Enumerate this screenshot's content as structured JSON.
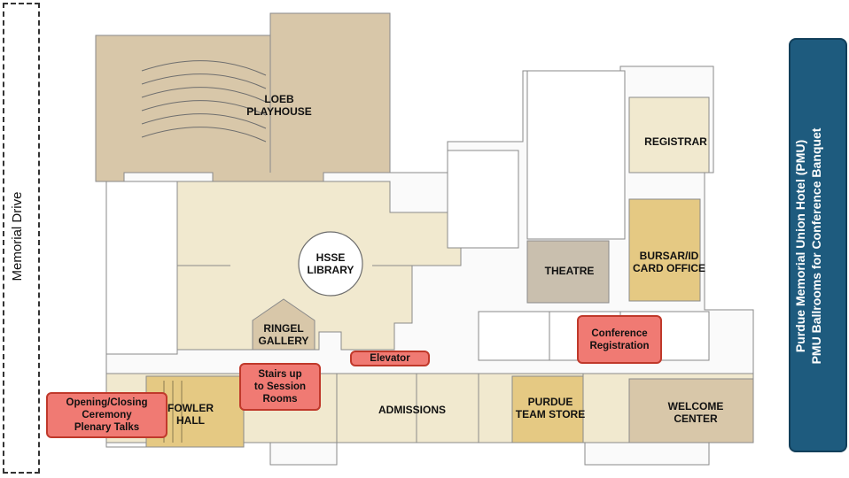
{
  "road": {
    "label": "Memorial Drive"
  },
  "rooms": {
    "loeb": "LOEB\nPLAYHOUSE",
    "registrar": "REGISTRAR",
    "hsse": "HSSE\nLIBRARY",
    "theatre": "THEATRE",
    "bursar": "BURSAR/ID\nCARD OFFICE",
    "ringel": "RINGEL\nGALLERY",
    "fowler": "FOWLER\nHALL",
    "admissions": "ADMISSIONS",
    "team_store": "PURDUE\nTEAM STORE",
    "welcome": "WELCOME\nCENTER"
  },
  "callouts": {
    "conference_registration": "Conference\nRegistration",
    "elevator": "Elevator",
    "stairs": "Stairs up\nto Session\nRooms",
    "opening": "Opening/Closing\nCeremony\nPlenary Talks"
  },
  "side_panel": {
    "line1": "Purdue Memorial Union Hotel (PMU)",
    "line2": "PMU Ballrooms for Conference Banquet"
  },
  "colors": {
    "tan_dark": "#d8c7a9",
    "tan_light": "#f1e9cf",
    "gold": "#e5c983",
    "theatre_gray": "#c9bfae",
    "callout_red": "#f07a73",
    "panel_blue": "#1e5b7e"
  }
}
